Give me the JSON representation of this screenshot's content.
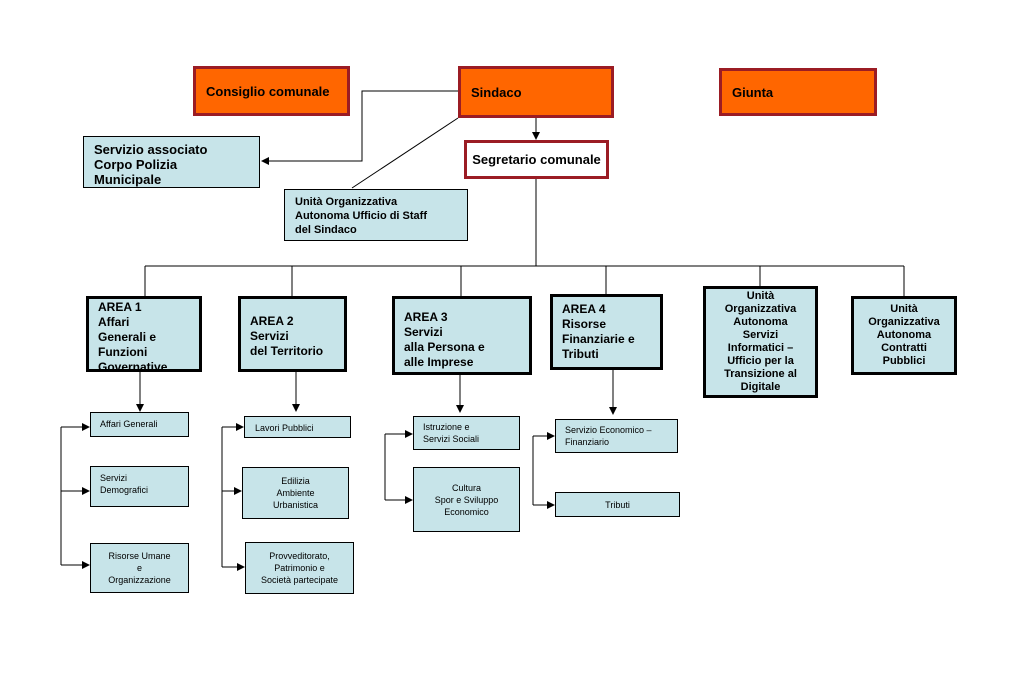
{
  "top": {
    "consiglio": "Consiglio comunale",
    "sindaco": "Sindaco",
    "giunta": "Giunta",
    "segretario": "Segretario comunale"
  },
  "staff": {
    "polizia": "Servizio associato\nCorpo Polizia\nMunicipale",
    "ufficio_staff": "Unità Organizzativa\nAutonoma Ufficio di Staff\ndel  Sindaco"
  },
  "areas": {
    "area1": "AREA 1\nAffari\nGenerali e\nFunzioni\nGovernative",
    "area2": "AREA 2\nServizi\ndel Territorio",
    "area3": "AREA 3\nServizi\nalla Persona e\nalle Imprese",
    "area4": "AREA 4\nRisorse\nFinanziarie e\nTributi",
    "uo_informatici": "Unità\nOrganizzativa\nAutonoma\nServizi\nInformatici –\nUfficio  per la\nTransizione al\nDigitale",
    "uo_contratti": "Unità\nOrganizzativa\nAutonoma\nContratti\nPubblici"
  },
  "area1_units": {
    "affari_generali": "Affari Generali",
    "demografici": "Servizi\nDemografici",
    "risorse_umane": "Risorse Umane\ne\nOrganizzazione"
  },
  "area2_units": {
    "lavori_pubblici": "Lavori Pubblici",
    "edilizia": "Edilizia\nAmbiente\nUrbanistica",
    "provveditorato": "Provveditorato,\nPatrimonio e\nSocietà partecipate"
  },
  "area3_units": {
    "istruzione": "Istruzione e\nServizi Sociali",
    "cultura": "Cultura\nSpor e Sviluppo\nEconomico"
  },
  "area4_units": {
    "economico": "Servizio Economico –\nFinanziario",
    "tributi": "Tributi"
  }
}
